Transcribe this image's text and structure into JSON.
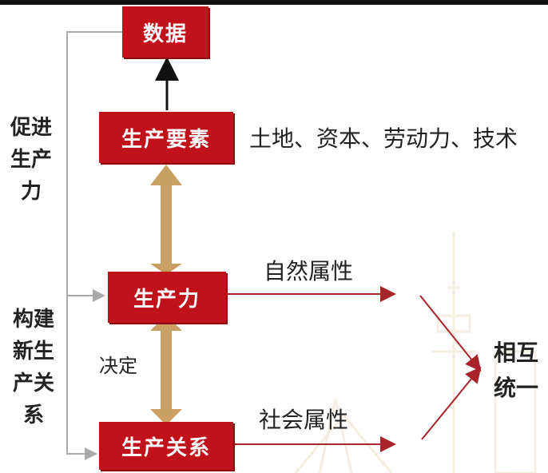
{
  "boxes": {
    "data": "数据",
    "factors": "生产要素",
    "productivity": "生产力",
    "relations": "生产关系"
  },
  "factors_list": "土地、资本、劳动力、技术",
  "left_labels": {
    "promote": "促进生产力",
    "build": "构建新生产关系"
  },
  "determine": "决定",
  "natural_attr": "自然属性",
  "social_attr": "社会属性",
  "unity": "相互统一",
  "colors": {
    "box_red": "#c0121b",
    "arrow_red": "#a8232a",
    "tan_arrow": "#c9a063",
    "gray_line": "#a9a9a9"
  }
}
